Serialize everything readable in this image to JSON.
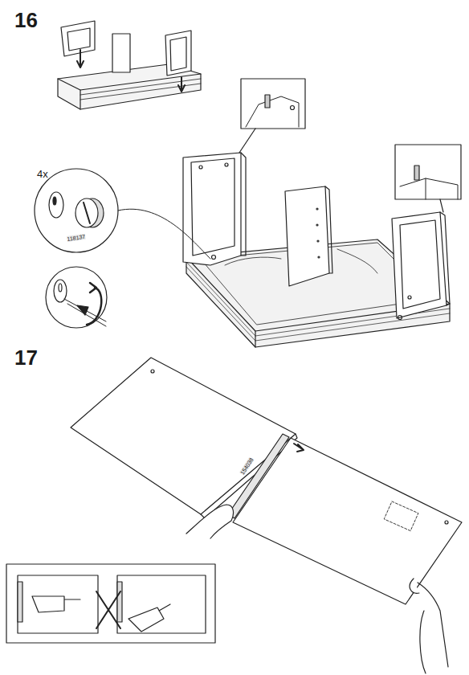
{
  "diagram": {
    "labels": [
      "16",
      "4x",
      "118137",
      "17",
      "154038"
    ]
  }
}
